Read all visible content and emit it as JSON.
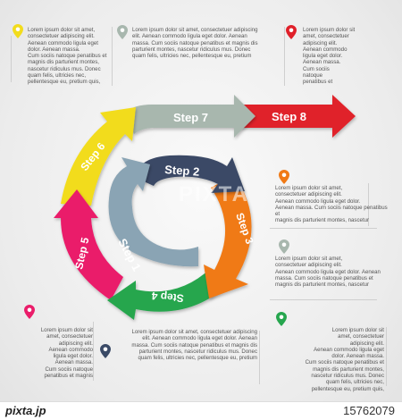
{
  "steps": [
    {
      "label": "Step 1",
      "color": "#8aa4b4"
    },
    {
      "label": "Step 2",
      "color": "#3a4a66"
    },
    {
      "label": "Step 3",
      "color": "#f07a16"
    },
    {
      "label": "Step 4",
      "color": "#26a64e"
    },
    {
      "label": "Step 5",
      "color": "#ea1d6a"
    },
    {
      "label": "Step 6",
      "color": "#f2dc1c"
    },
    {
      "label": "Step 7",
      "color": "#a8b7ae"
    },
    {
      "label": "Step 8",
      "color": "#e0202a"
    }
  ],
  "notes": {
    "n1": {
      "pin_color": "#f2dc1c",
      "lines": [
        "Lorem ipsum dolor sit amet,",
        "consectetuer adipiscing elit.",
        "Aenean commodo ligula eget",
        "dolor. Aenean massa.",
        "Cum sociis natoque penatibus et",
        "magnis dis parturient montes,",
        "nascetur ridiculus mus. Donec",
        "quam felis, ultricies nec,",
        "pellentesque eu, pretium quis,"
      ]
    },
    "n2": {
      "pin_color": "#a8b7ae",
      "lines": [
        "Lorem ipsum dolor sit amet, consectetuer adipiscing",
        "elit. Aenean commodo ligula eget dolor. Aenean",
        "massa. Cum sociis natoque penatibus et magnis dis",
        "parturient montes, nascetur ridiculus mus. Donec",
        "quam felis, ultricies nec, pellentesque eu, pretium"
      ]
    },
    "n3": {
      "pin_color": "#e0202a",
      "lines": [
        "Lorem ipsum dolor sit",
        "amet, consectetuer",
        "adipiscing elit.",
        "Aenean commodo",
        "ligula eget dolor.",
        "Aenean massa.",
        "Cum sociis",
        "natoque",
        "penatibus et"
      ]
    },
    "n4": {
      "pin_color": "#f07a16",
      "lines": [
        "Lorem ipsum dolor sit amet,",
        "consectetuer adipiscing elit.",
        "Aenean commodo ligula eget dolor.",
        "Aenean massa. Cum sociis natoque penatibus et",
        "magnis dis parturient montes, nascetur"
      ]
    },
    "n5": {
      "pin_color": "#a8b7ae",
      "lines": [
        "Lorem ipsum dolor sit amet,",
        "consectetuer adipiscing elit.",
        "Aenean commodo ligula eget dolor. Aenean",
        "massa. Cum sociis natoque penatibus et",
        "magnis dis parturient montes, nascetur"
      ]
    },
    "n6": {
      "pin_color": "#ea1d6a",
      "lines": [
        "Lorem ipsum dolor sit",
        "amet, consectetuer",
        "adipiscing elit.",
        "Aenean commodo",
        "ligula eget dolor.",
        "Aenean massa.",
        "Cum sociis natoque",
        "penatibus et magnis"
      ]
    },
    "n7": {
      "pin_color": "#3a4a66",
      "lines": [
        "Lorem ipsum dolor sit amet, consectetuer adipiscing",
        "elit. Aenean commodo ligula eget dolor. Aenean",
        "massa. Cum sociis natoque penatibus et magnis dis",
        "parturient montes, nascetur ridiculus mus. Donec",
        "quam felis, ultricies nec, pellentesque eu, pretium"
      ]
    },
    "n8": {
      "pin_color": "#26a64e",
      "lines": [
        "Lorem ipsum dolor sit",
        "amet, consectetuer",
        "adipiscing elit.",
        "Aenean commodo ligula eget",
        "dolor. Aenean massa.",
        "Cum sociis natoque penatibus et",
        "magnis dis parturient montes,",
        "nascetur ridiculus mus. Donec",
        "quam felis, ultricies nec,",
        "pellentesque eu, pretium quis,"
      ]
    }
  },
  "footer": {
    "brand": "pixta.jp",
    "image_id": "15762079"
  },
  "watermark": "PIXTA"
}
